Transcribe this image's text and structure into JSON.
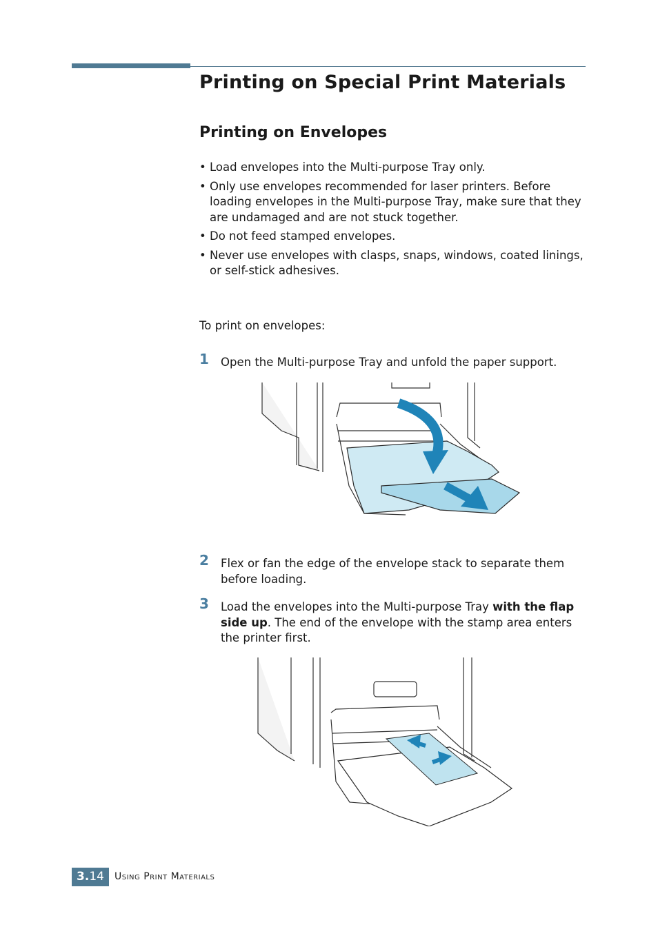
{
  "page": {
    "title": "Printing on Special Print Materials",
    "subtitle": "Printing on Envelopes",
    "bullets": [
      "Load envelopes into the Multi-purpose Tray only.",
      "Only use envelopes recommended for laser printers. Before loading envelopes in the Multi-purpose Tray, make sure that they are undamaged and are not stuck together.",
      "Do not feed stamped envelopes.",
      "Never use envelopes with clasps, snaps, windows, coated linings, or self-stick adhesives."
    ],
    "bullet_char": "•",
    "intro": "To print on envelopes:",
    "steps": [
      {
        "num": "1",
        "text": "Open the Multi-purpose Tray and unfold the paper support."
      },
      {
        "num": "2",
        "text": "Flex or fan the edge of the envelope stack to separate them before loading."
      },
      {
        "num": "3",
        "text_before": "Load the envelopes into the Multi-purpose Tray ",
        "bold": "with the flap side up",
        "text_after": ". The end of the envelope with the stamp area enters the printer first."
      }
    ]
  },
  "footer": {
    "chapter": "3.",
    "page": "14",
    "section": "Using Print Materials"
  },
  "colors": {
    "accent": "#4f7a93",
    "step_number": "#4a7ea0",
    "tray_fill": "#bfe3ef",
    "arrow": "#1f84b8"
  }
}
